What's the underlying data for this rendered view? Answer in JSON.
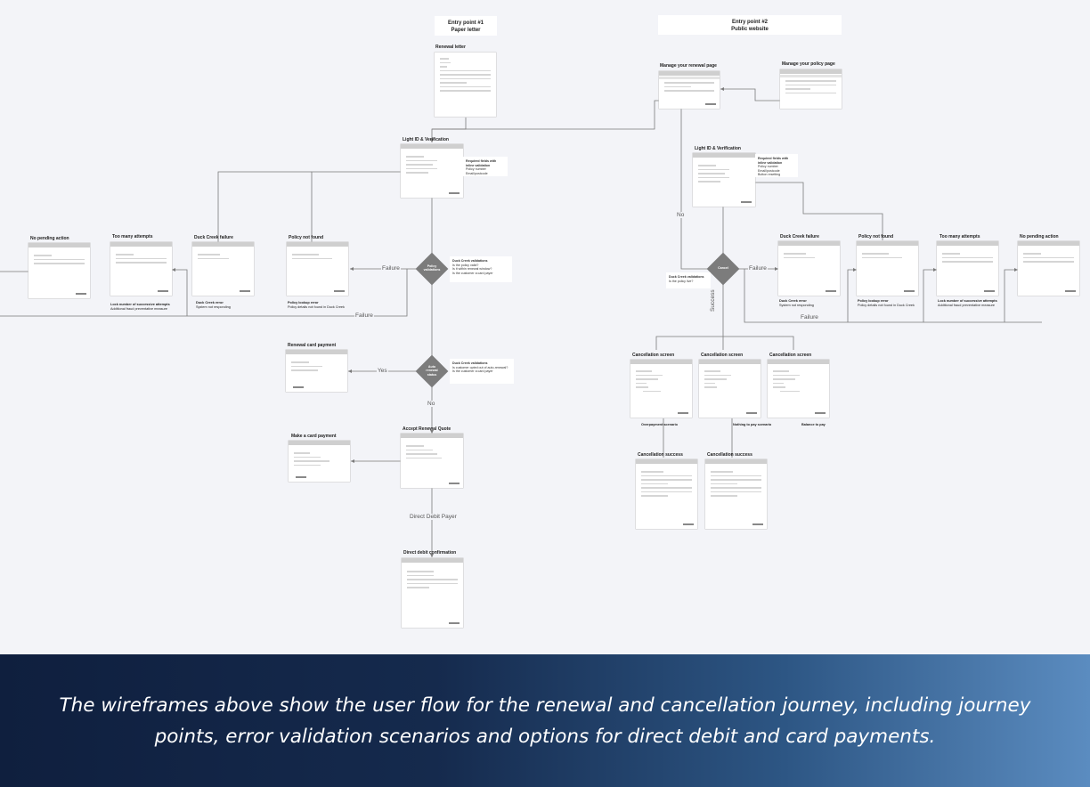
{
  "entry1": {
    "line1": "Entry point #1",
    "line2": "Paper letter"
  },
  "entry2": {
    "line1": "Entry point #2",
    "line2": "Public website"
  },
  "screens": {
    "renewal_letter": "Renewal letter",
    "manage_renewal": "Manage your renewal page",
    "manage_policy": "Manage your policy page",
    "lightid_1": "Light ID & Verification",
    "lightid_2": "Light ID & Verification",
    "no_pending_1": "No pending action",
    "too_many_1": "Too many attempts",
    "duck_fail_1": "Duck Creek failure",
    "policy_nf_1": "Policy not found",
    "duck_fail_2": "Duck Creek failure",
    "policy_nf_2": "Policy not found",
    "too_many_2": "Too many attempts",
    "no_pending_2": "No pending action",
    "renewal_card_payment": "Renewal card payment",
    "make_card_payment": "Make a card payment",
    "accept_renewal": "Accept Renewal Quote",
    "dd_confirmation": "Direct debit confirmation",
    "cancel_1": "Cancellation screen",
    "cancel_2": "Cancellation screen",
    "cancel_3": "Cancellation screen",
    "cancel_success_1": "Cancellation success",
    "cancel_success_2": "Cancellation success"
  },
  "decisions": {
    "policy_validations": {
      "line1": "Policy",
      "line2": "validations"
    },
    "auto_renewal": {
      "line1": "Auto",
      "line2": "renewal",
      "line3": "status"
    },
    "cancel": {
      "line1": "Cancel"
    }
  },
  "notes": {
    "dc_validations": {
      "title": "Duck Creek validations",
      "l1": "Is the policy valid?",
      "l2": "Is it within renewal window?",
      "l3": "Is the customer a card payer"
    },
    "dc_validations_2": {
      "title": "Duck Creek validations",
      "l1": "Is customer opted out of auto-renewal?",
      "l2": "Is the customer a card payer"
    },
    "dc_validations_3": {
      "title": "Duck Creek validations",
      "l1": "Is the policy live?"
    },
    "required_fields_1": {
      "title": "Required fields with inline validation",
      "l1": "Policy number",
      "l2": "Email/postcode"
    },
    "required_fields_2": {
      "title": "Required fields with inline validation",
      "l1": "Policy number",
      "l2": "Email/postcode",
      "l3": "Button resetting"
    }
  },
  "captions": {
    "too_many_1": {
      "title": "Lock number of successive attempts",
      "sub": "Additional fraud preventative measure"
    },
    "duck_fail_1": {
      "title": "Duck Creek error",
      "sub": "System not responding"
    },
    "policy_nf_1": {
      "title": "Policy lookup error",
      "sub": "Policy details not found in Duck Creek"
    },
    "duck_fail_2": {
      "title": "Duck Creek error",
      "sub": "System not responding"
    },
    "policy_nf_2": {
      "title": "Policy lookup error",
      "sub": "Policy details not found in Duck Creek"
    },
    "too_many_2": {
      "title": "Lock number of successive attempts",
      "sub": "Additional fraud preventative measure"
    },
    "overpayment": "Overpayment scenario",
    "nothing_to_pay": "Nothing to pay scenario",
    "balance_to_pay": "Balance to pay"
  },
  "edges": {
    "failure_1": "Failure",
    "failure_2": "Failure",
    "failure_3": "Failure",
    "failure_4": "Failure",
    "yes": "Yes",
    "no_1": "No",
    "no_2": "No",
    "success": "Success",
    "dd_payer": "Direct Debit Payer"
  },
  "caption_text": "The wireframes above show the user flow for the renewal and cancellation journey, including journey points, error validation scenarios and options for direct debit and card payments."
}
